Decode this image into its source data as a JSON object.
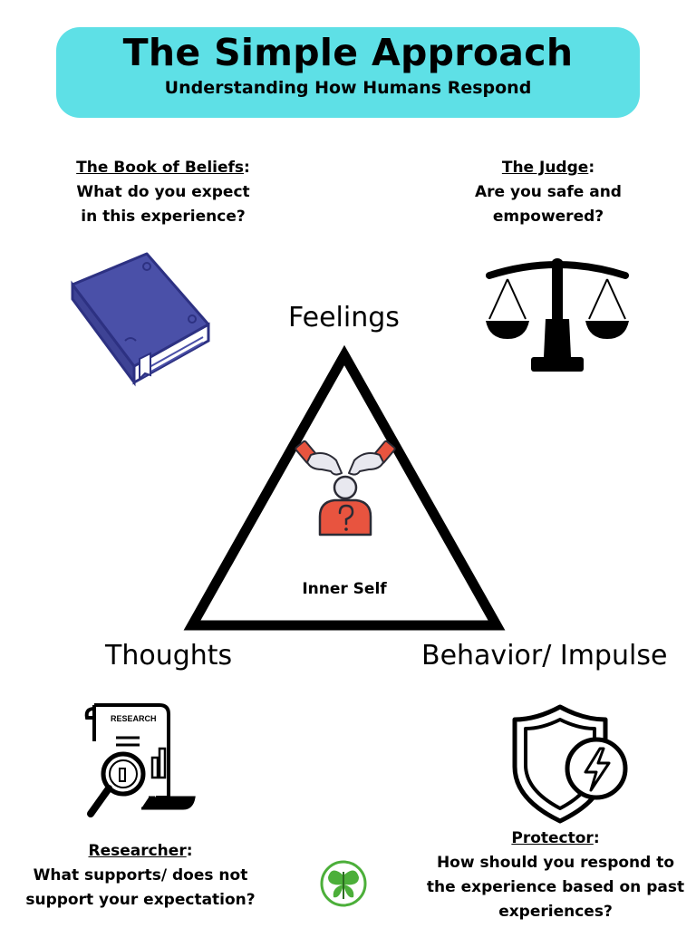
{
  "header": {
    "title": "The Simple Approach",
    "subtitle": "Understanding How Humans Respond",
    "background": "#5ee0e6"
  },
  "beliefs": {
    "heading": "The Book of Beliefs",
    "colon": ":",
    "line1": "What do you expect",
    "line2": "in this experience?",
    "icon": "book-icon",
    "color": "#4a50a8"
  },
  "judge": {
    "heading": "The Judge",
    "colon": ":",
    "line1": "Are you safe and",
    "line2": "empowered?",
    "icon": "scales-icon"
  },
  "triangle": {
    "top": "Feelings",
    "left": "Thoughts",
    "right": "Behavior/ Impulse",
    "center": "Inner Self",
    "center_icon": "person-question-icon",
    "accent": "#e8543f"
  },
  "researcher": {
    "heading": "Researcher",
    "colon": ":",
    "line1": "What supports/ does not",
    "line2": "support your expectation?",
    "icon": "research-document-icon",
    "doc_text": "RESEARCH"
  },
  "protector": {
    "heading": "Protector",
    "colon": ":",
    "line1": "How should you respond to",
    "line2": "the experience based on past",
    "line3": "experiences?",
    "icon": "shield-lightning-icon"
  },
  "logo": {
    "icon": "butterfly-logo-icon",
    "color": "#4caf3a"
  }
}
